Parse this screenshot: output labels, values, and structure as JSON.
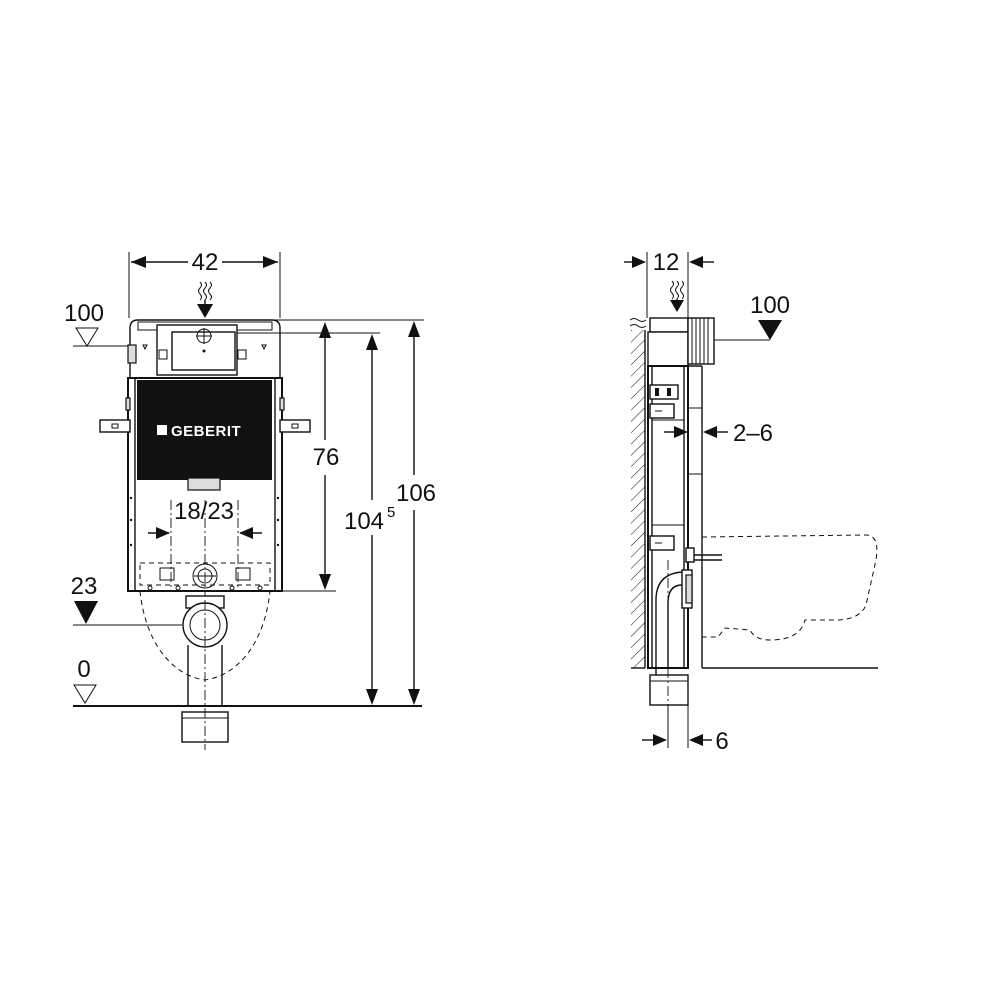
{
  "front_view": {
    "width_label": "42",
    "top_level_label": "100",
    "axis_spacing_label": "18/23",
    "drain_level_label": "23",
    "floor_level_label": "0",
    "height_76_label": "76",
    "height_104_label": "104",
    "height_104_superscript": "5",
    "height_106_label": "106",
    "brand_label": "GEBERIT"
  },
  "side_view": {
    "depth_label": "12",
    "top_level_label": "100",
    "wall_gap_label": "2–6",
    "bottom_label": "6"
  }
}
